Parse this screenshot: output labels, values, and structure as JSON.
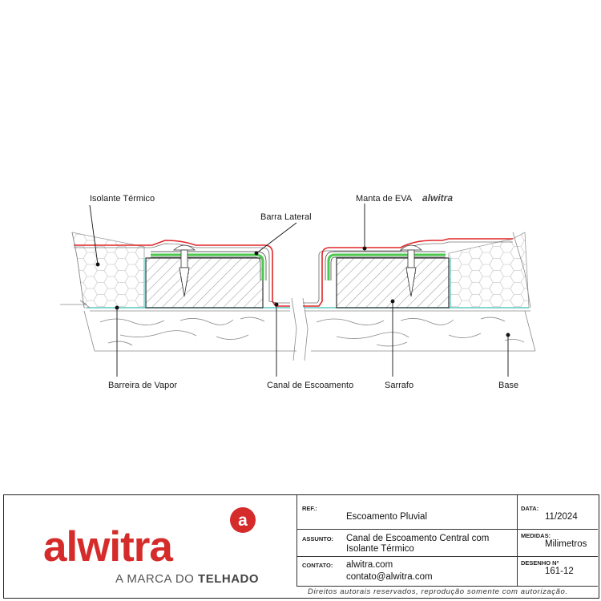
{
  "callouts": {
    "isolante": "Isolante Térmico",
    "barra_lateral": "Barra Lateral",
    "manta_eva": "Manta de EVA",
    "manta_brand": "alwitra",
    "barreira": "Barreira de Vapor",
    "canal": "Canal de Escoamento",
    "sarrafo": "Sarrafo",
    "base": "Base"
  },
  "title_block": {
    "ref_label": "REF.:",
    "ref_value": "Escoamento Pluvial",
    "data_label": "DATA:",
    "data_value": "11/2024",
    "assunto_label": "ASSUNTO:",
    "assunto_line1": "Canal de Escoamento Central com",
    "assunto_line2": "Isolante Térmico",
    "medidas_label": "MEDIDAS:",
    "medidas_value": "Milimetros",
    "contato_label": "CONTATO:",
    "contato_site": "alwitra.com",
    "contato_email": "contato@alwitra.com",
    "desenho_label": "DESENHO Nº",
    "desenho_value": "161-12",
    "rights": "Direitos autorais reservados, reprodução somente com autorização."
  },
  "logo": {
    "wordmark": "alwitra",
    "tagline_prefix": "A MARCA DO",
    "tagline_bold": "TELHADO",
    "badge_letter": "a"
  },
  "colors": {
    "brand_red": "#d52b2b",
    "membrane_red": "#e0262a",
    "bar_green": "#4cc84c",
    "vapor_barrier": "#5fc9c2"
  }
}
